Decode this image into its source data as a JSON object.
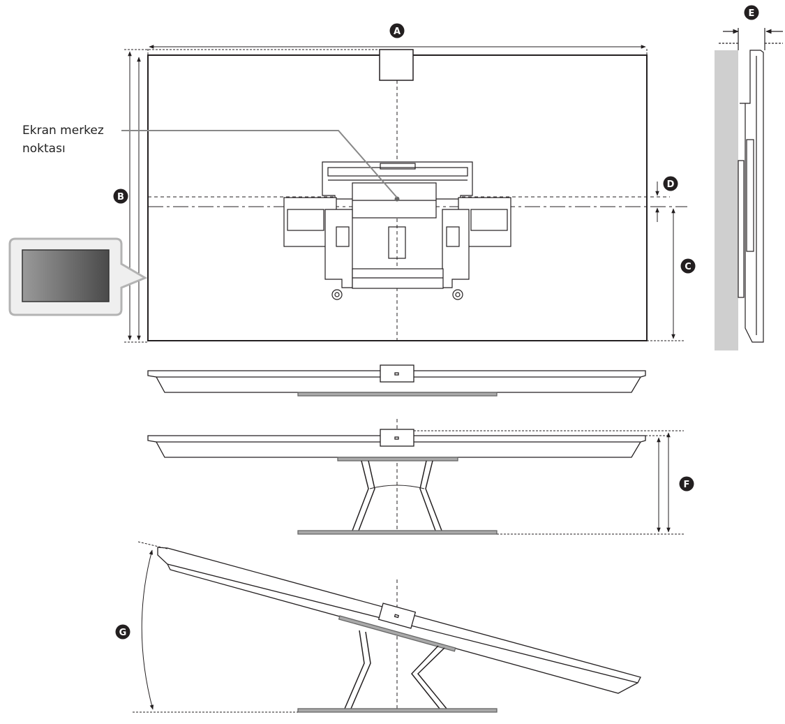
{
  "annotation": {
    "line1": "Ekran merkez",
    "line2": "noktası"
  },
  "badges": {
    "a": "A",
    "b": "B",
    "c": "C",
    "d": "D",
    "e": "E",
    "f": "F",
    "g": "G"
  },
  "colors": {
    "line": "#231f20",
    "wall": "#cfcfcf",
    "stand": "#a9a9a9",
    "thumb_border": "#b3b3b3",
    "thumb_bg": "#ececec"
  }
}
